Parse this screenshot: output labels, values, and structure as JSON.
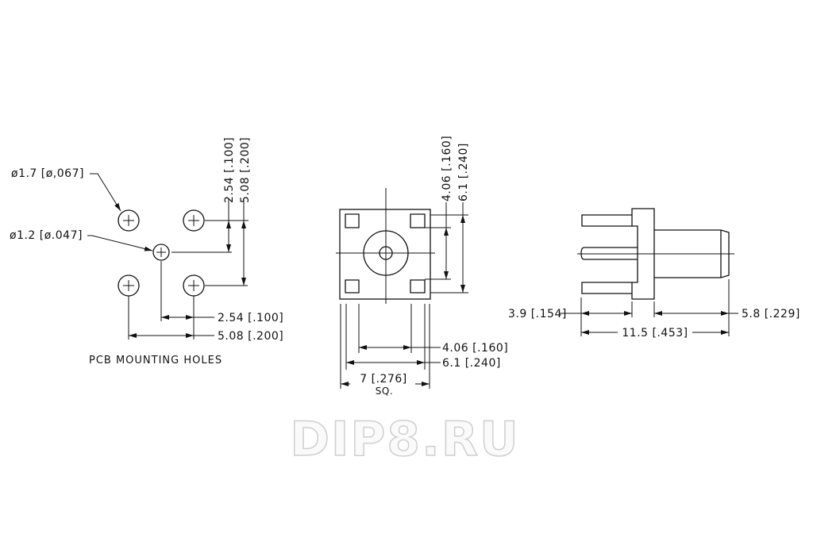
{
  "watermark": "DIP8.RU",
  "pcb_view": {
    "title": "PCB MOUNTING HOLES",
    "large_hole_dia": "ø1.7 [ø,067]",
    "small_hole_dia": "ø1.2 [ø.047]",
    "vert_dim_1": "2.54 [.100]",
    "vert_dim_2": "5.08 [.200]",
    "horiz_dim_1": "2.54 [.100]",
    "horiz_dim_2": "5.08 [.200]"
  },
  "front_view": {
    "vert_dim_1": "4.06 [.160]",
    "vert_dim_2": "6.1 [.240]",
    "horiz_dim_1": "4.06 [.160]",
    "horiz_dim_2": "6.1 [.240]",
    "body_dim": "7 [.276]",
    "body_dim_note": "SQ."
  },
  "side_view": {
    "pin_length": "3.9 [.154]",
    "barrel_length": "5.8 [.229]",
    "overall_length": "11.5 [.453]"
  }
}
